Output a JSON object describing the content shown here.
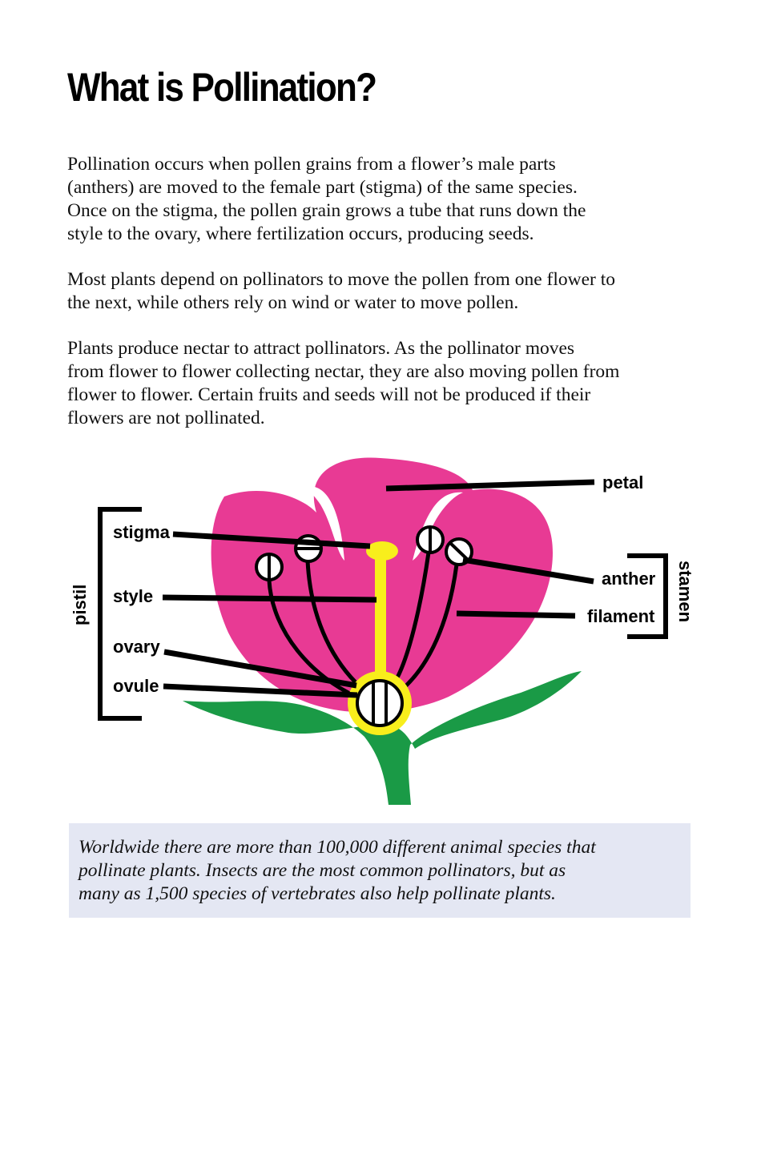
{
  "title": "What is Pollination?",
  "paragraphs": {
    "p1": [
      "Pollination occurs when pollen grains from a flower’s male parts",
      "(anthers) are moved to the female part (stigma) of the same  species.",
      "Once on the stigma, the pollen grain grows a tube that runs down the",
      "style to the ovary, where fertilization occurs, producing  seeds."
    ],
    "p2": [
      "Most plants depend on pollinators to move the pollen from one flower to",
      "the next, while others rely on wind or water to move pollen."
    ],
    "p3": [
      "Plants produce nectar to attract pollinators. As the pollinator moves",
      "from flower to flower collecting nectar, they are also moving pollen from",
      "flower to flower.  Certain fruits and seeds will not be produced if their",
      "flowers are not pollinated."
    ]
  },
  "diagram": {
    "labels": {
      "petal": "petal",
      "stigma": "stigma",
      "style": "style",
      "ovary": "ovary",
      "ovule": "ovule",
      "anther": "anther",
      "filament": "filament",
      "pistil": "pistil",
      "stamen": "stamen"
    },
    "colors": {
      "petal": "#e83a94",
      "pistil": "#f8ee1c",
      "stem": "#1a9a46",
      "line": "#000000"
    }
  },
  "note": [
    "Worldwide there are more than 100,000 different animal species that",
    "pollinate plants.  Insects are  the most common pollinators, but as",
    "many as 1,500 species of vertebrates also help pollinate plants."
  ]
}
